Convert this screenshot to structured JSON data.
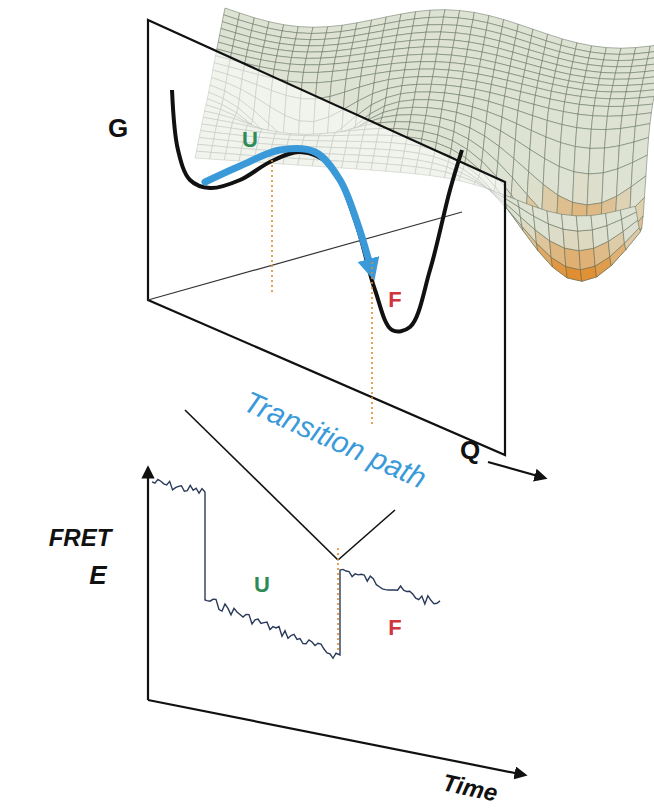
{
  "diagram": {
    "labels": [
      "G",
      "U",
      "F",
      "Transition path",
      "Q",
      "FRET",
      "E",
      "U",
      "F",
      "Time"
    ]
  }
}
